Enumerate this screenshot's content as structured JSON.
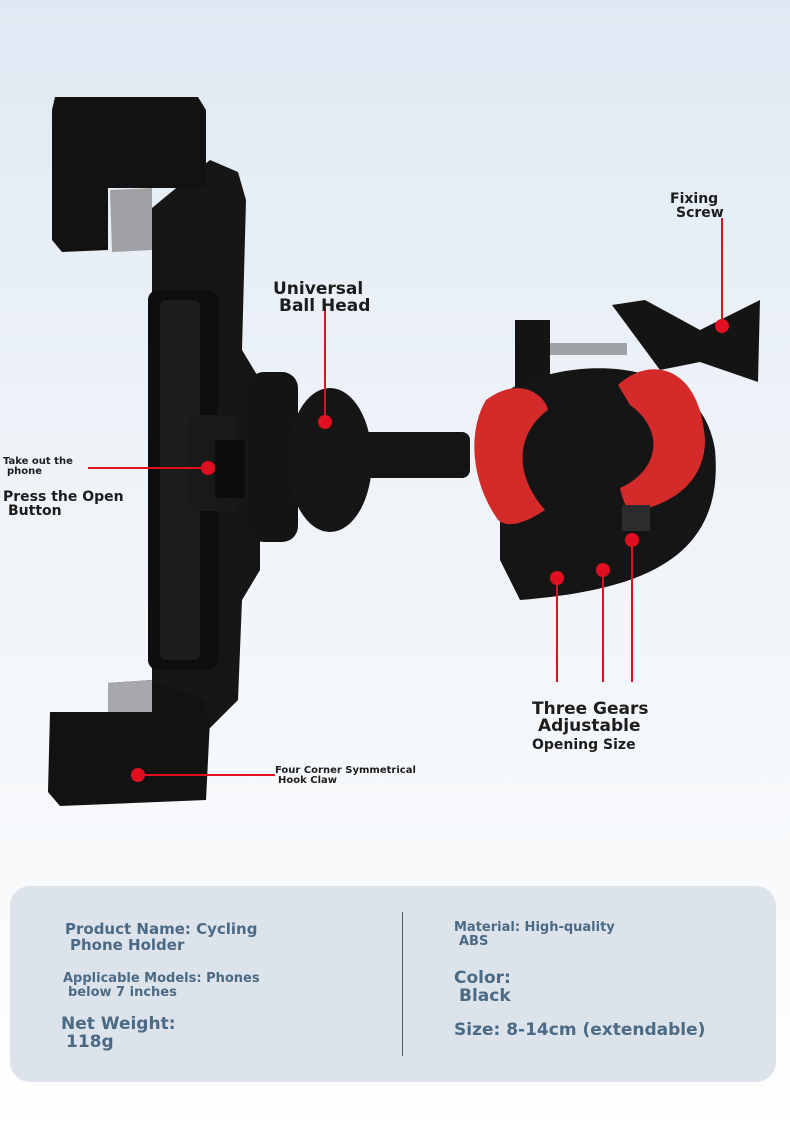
{
  "callouts": {
    "fixing_screw": {
      "line1": "Fixing",
      "line2": "Screw"
    },
    "universal_ball_head": {
      "line1": "Universal",
      "line2": "Ball Head"
    },
    "take_out_phone": {
      "line1": "Take out the",
      "line2": "phone"
    },
    "press_open_button": {
      "line1": "Press the Open",
      "line2": "Button"
    },
    "three_gears": {
      "line1": "Three Gears",
      "line2": "Adjustable",
      "line3": "Opening Size"
    },
    "hook_claw": {
      "line1": "Four Corner Symmetrical",
      "line2": "Hook Claw"
    }
  },
  "specs": {
    "product_name": {
      "line1": "Product Name: Cycling",
      "line2": "Phone Holder"
    },
    "applicable_models": {
      "line1": "Applicable Models: Phones",
      "line2": "below 7 inches"
    },
    "net_weight": {
      "line1": "Net Weight:",
      "line2": "118g"
    },
    "material": {
      "line1": "Material: High-quality",
      "line2": "ABS"
    },
    "color": {
      "line1": "Color:",
      "line2": "Black"
    },
    "size": {
      "line1": "Size: 8-14cm (extendable)"
    }
  },
  "colors": {
    "marker_red": "#e01020",
    "pad_red": "#d42a2a",
    "body_black": "#141414",
    "spec_text": "#4b6a85",
    "panel_bg": "#dde3ea"
  }
}
